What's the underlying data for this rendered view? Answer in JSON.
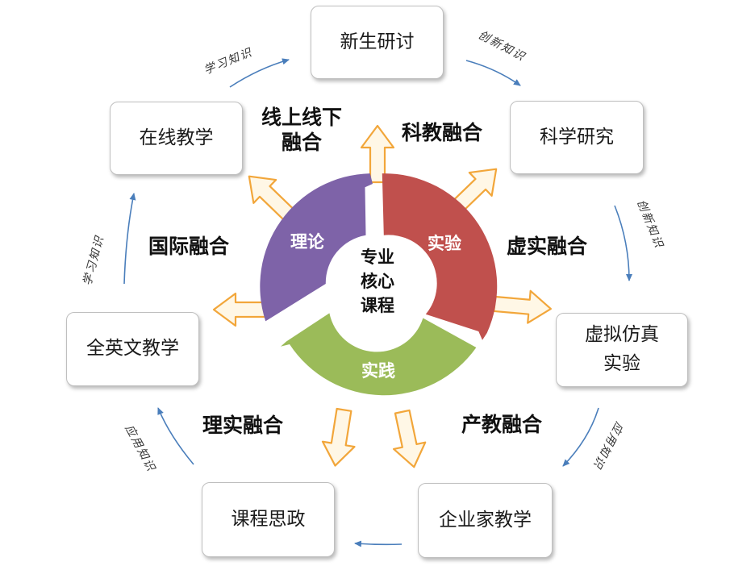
{
  "center": {
    "line1": "专业",
    "line2": "核心",
    "line3": "课程"
  },
  "segments": {
    "theory": "理论",
    "experiment": "实验",
    "practice": "实践"
  },
  "segment_colors": {
    "theory": "#7e63a8",
    "experiment": "#c0504d",
    "practice": "#9bbb59"
  },
  "boxes": {
    "freshman_seminar": "新生研讨",
    "scientific_research": "科学研究",
    "virtual_line1": "虚拟仿真",
    "virtual_line2": "实验",
    "enterprise_teaching": "企业家教学",
    "ideological_course": "课程思政",
    "english_teaching": "全英文教学",
    "online_teaching": "在线教学"
  },
  "fusions": {
    "online_offline_line1": "线上线下",
    "online_offline_line2": "融合",
    "science_education": "科教融合",
    "virtual_real": "虚实融合",
    "industry_education": "产教融合",
    "theory_practice": "理实融合",
    "international": "国际融合"
  },
  "knowledge": {
    "learning_top": "学习知识",
    "innovation_top": "创新知识",
    "innovation_right": "创新知识",
    "application_right": "应用知识",
    "application_left": "应用知识",
    "learning_left": "学习知识"
  },
  "arrow_fill": "#fff7e6",
  "arrow_stroke": "#f2a63a",
  "flow_arrow_color": "#4a7ebb"
}
